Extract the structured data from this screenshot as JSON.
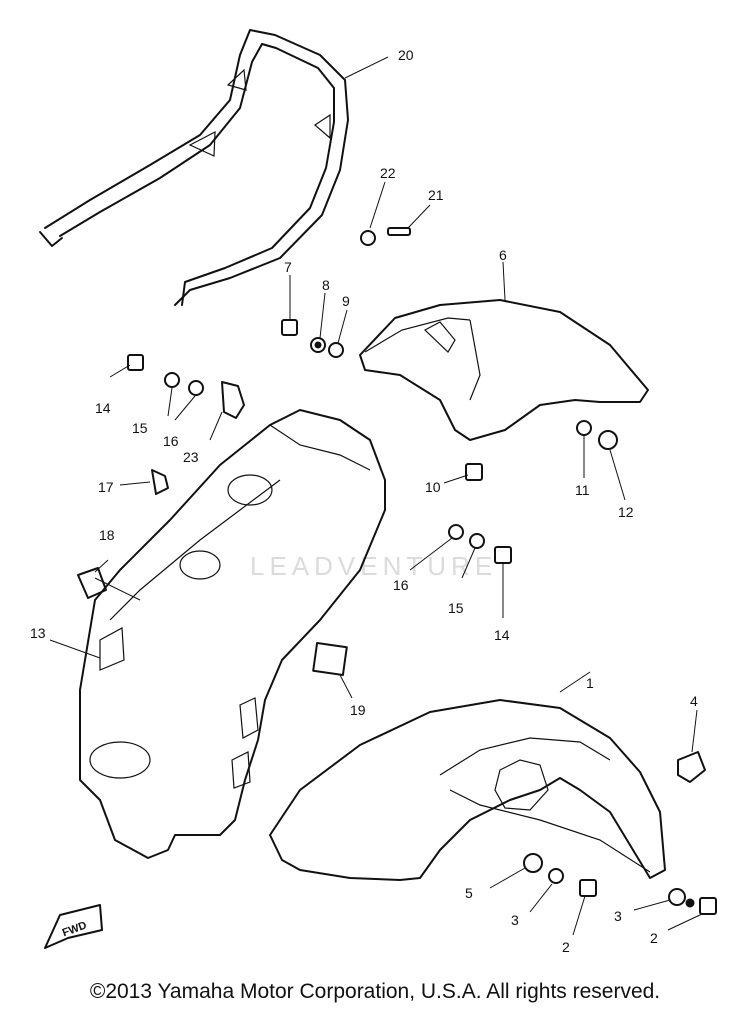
{
  "diagram": {
    "callouts": [
      "20",
      "22",
      "21",
      "6",
      "7",
      "8",
      "9",
      "14",
      "15",
      "16",
      "23",
      "10",
      "11",
      "12",
      "17",
      "18",
      "16",
      "15",
      "14",
      "13",
      "19",
      "1",
      "4",
      "5",
      "3",
      "3",
      "2",
      "2"
    ],
    "fwd_label": "FWD",
    "watermark": "LEADVENTURE"
  },
  "footer": {
    "copyright": "©2013 Yamaha Motor Corporation, U.S.A. All rights reserved."
  }
}
